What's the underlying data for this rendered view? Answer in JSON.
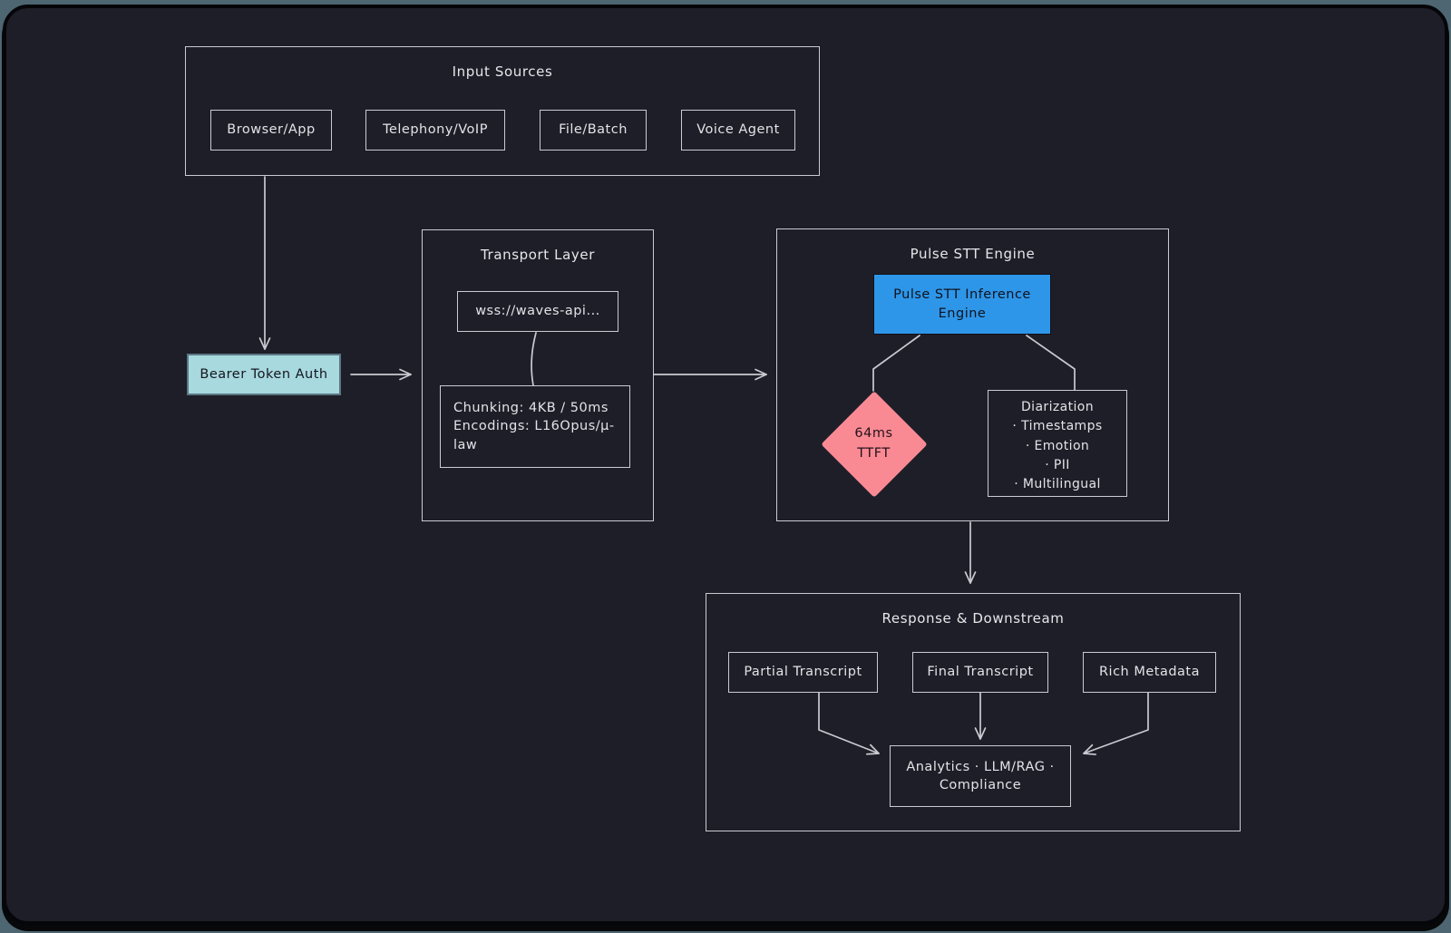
{
  "palette": {
    "canvas_bg": "#1e1e28",
    "outer_bg": "#4e6671",
    "stroke": "#c9cbd1",
    "text_light": "#e2e3e7",
    "auth_fill": "#a7d9de",
    "inference_fill": "#2e96e9",
    "latency_fill": "#f98a94"
  },
  "groups": {
    "input_sources": {
      "title": "Input Sources",
      "items": [
        "Browser/App",
        "Telephony/VoIP",
        "File/Batch",
        "Voice Agent"
      ]
    },
    "transport": {
      "title": "Transport Layer",
      "endpoint": "wss://waves-api...",
      "chunking": [
        "Chunking: 4KB / 50ms",
        "Encodings: L16Opus/μ-law"
      ]
    },
    "engine": {
      "title": "Pulse STT Engine",
      "inference": [
        "Pulse STT Inference",
        "Engine"
      ],
      "latency": [
        "64ms",
        "TTFT"
      ],
      "diarization": {
        "title": "Diarization",
        "items": [
          "· Timestamps",
          "· Emotion",
          "· PII",
          "· Multilingual"
        ]
      }
    },
    "response": {
      "title": "Response & Downstream",
      "outputs": [
        "Partial Transcript",
        "Final Transcript",
        "Rich Metadata"
      ],
      "sink": [
        "Analytics · LLM/RAG ·",
        "Compliance"
      ]
    }
  },
  "auth": {
    "label": "Bearer Token Auth"
  }
}
